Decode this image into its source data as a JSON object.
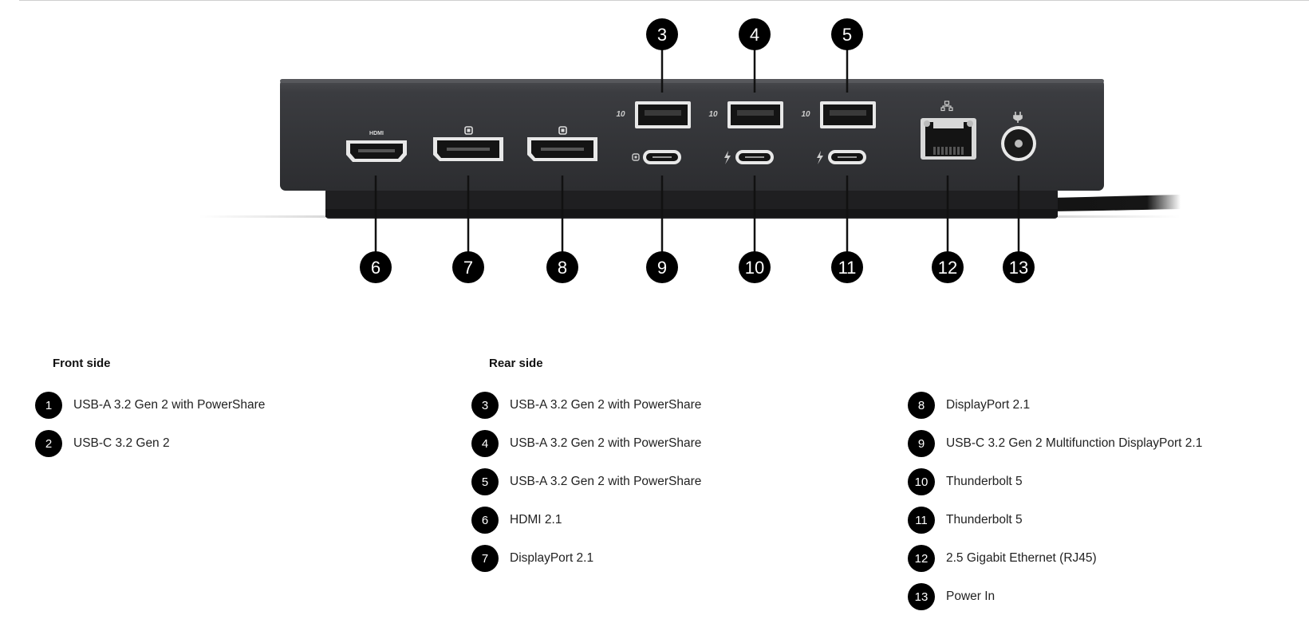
{
  "diagram": {
    "callouts_top": [
      "3",
      "4",
      "5"
    ],
    "callouts_bottom": [
      "6",
      "7",
      "8",
      "9",
      "10",
      "11",
      "12",
      "13"
    ],
    "port_marks": {
      "hdmi": "HDMI",
      "usb_a_speed": "10"
    }
  },
  "legend": {
    "front": {
      "heading": "Front side",
      "items": [
        {
          "num": "1",
          "label": "USB-A 3.2 Gen 2 with PowerShare"
        },
        {
          "num": "2",
          "label": "USB-C 3.2 Gen 2"
        }
      ]
    },
    "rear": {
      "heading": "Rear side",
      "column1": [
        {
          "num": "3",
          "label": "USB-A 3.2 Gen 2 with PowerShare"
        },
        {
          "num": "4",
          "label": "USB-A 3.2 Gen 2 with PowerShare"
        },
        {
          "num": "5",
          "label": "USB-A 3.2 Gen 2 with PowerShare"
        },
        {
          "num": "6",
          "label": "HDMI 2.1"
        },
        {
          "num": "7",
          "label": "DisplayPort 2.1"
        }
      ],
      "column2": [
        {
          "num": "8",
          "label": "DisplayPort 2.1"
        },
        {
          "num": "9",
          "label": "USB-C 3.2 Gen 2 Multifunction DisplayPort 2.1"
        },
        {
          "num": "10",
          "label": "Thunderbolt 5"
        },
        {
          "num": "11",
          "label": "Thunderbolt 5"
        },
        {
          "num": "12",
          "label": "2.5 Gigabit Ethernet (RJ45)"
        },
        {
          "num": "13",
          "label": "Power In"
        }
      ]
    }
  }
}
